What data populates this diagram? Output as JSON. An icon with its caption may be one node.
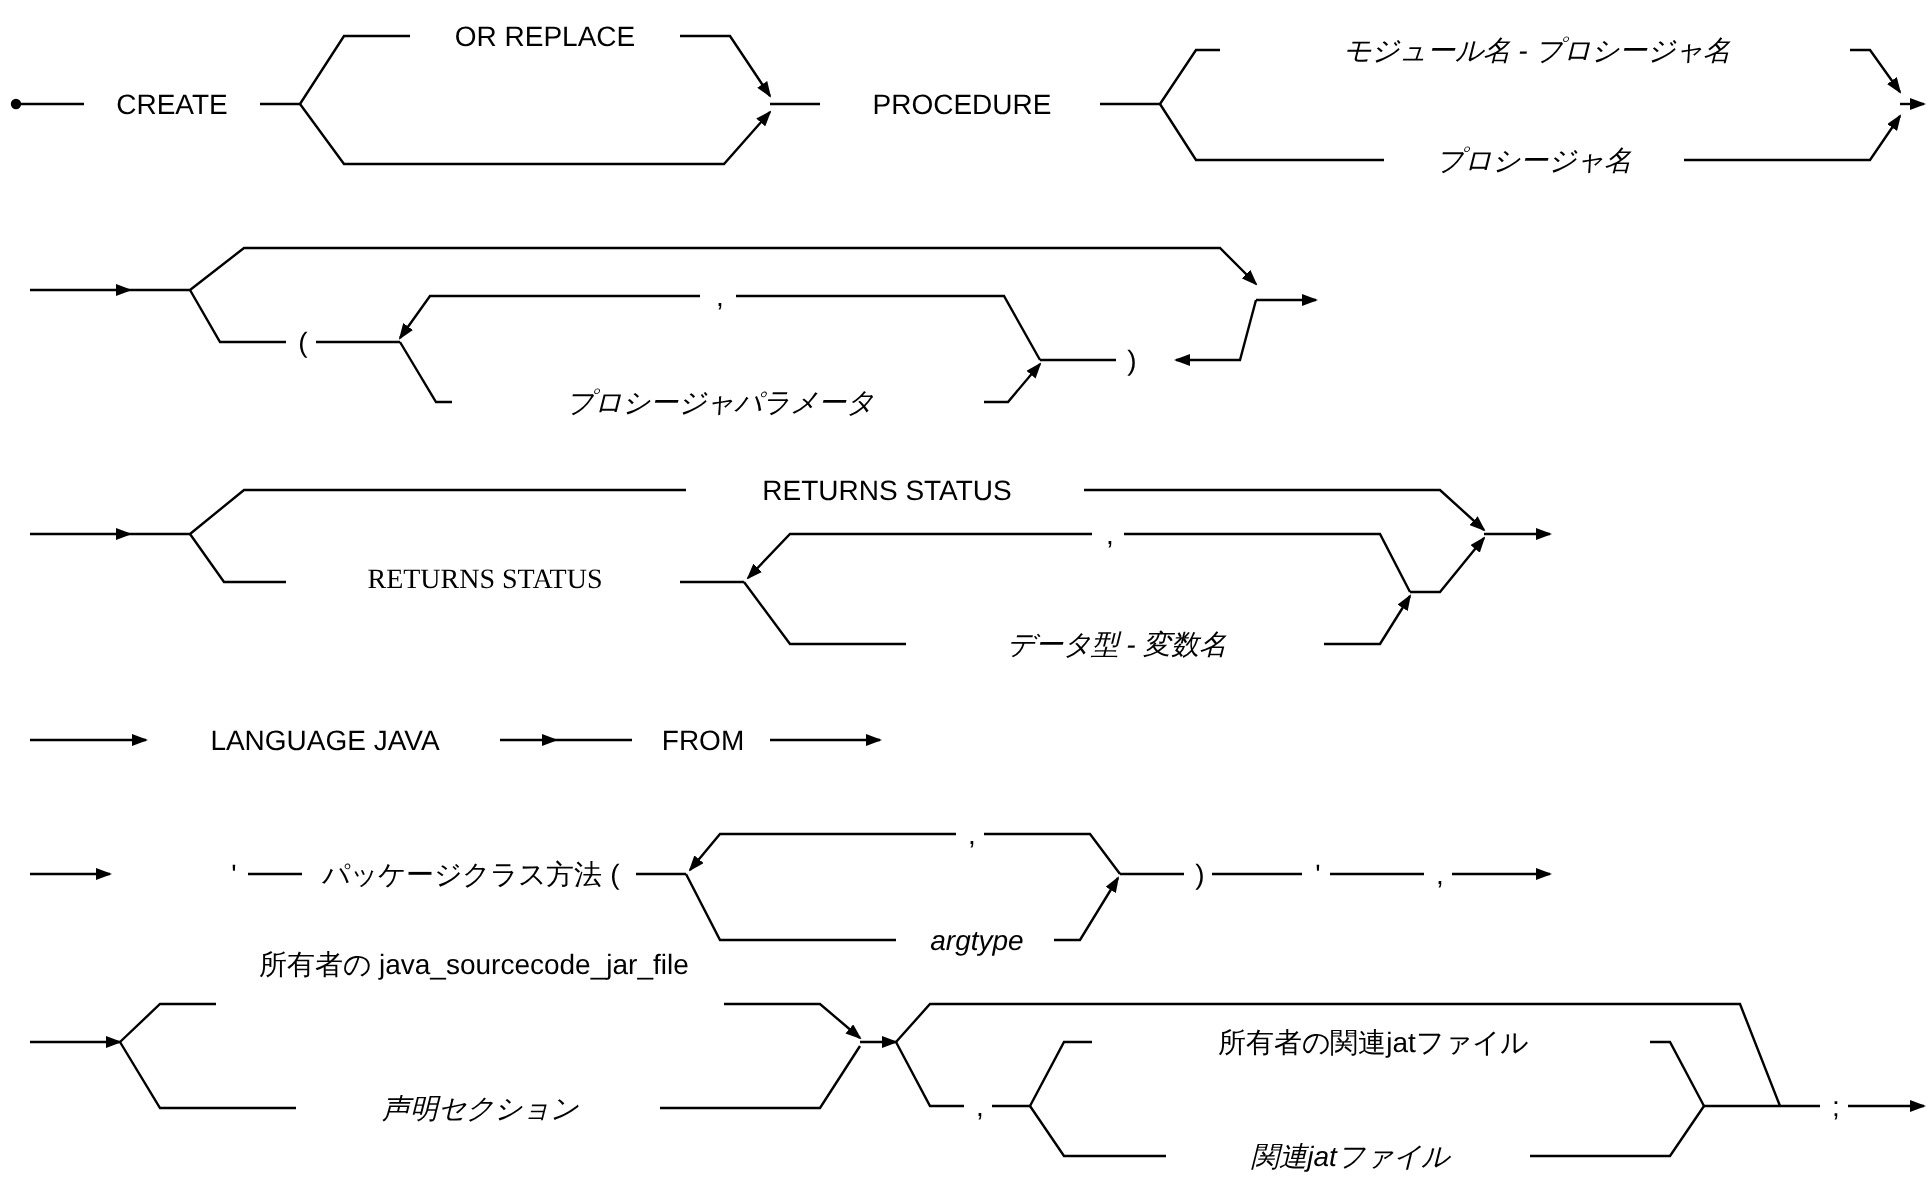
{
  "diagram": {
    "labels": [
      "CREATE",
      "OR REPLACE",
      "PROCEDURE",
      "モジュール名 - プロシージャ名",
      "プロシージャ名",
      ",",
      "(",
      "プロシージャパラメータ",
      ")",
      "RETURNS STATUS",
      "RETURNS STATUS",
      ",",
      "データ型 - 変数名",
      "LANGUAGE JAVA",
      "FROM",
      "'",
      "パッケージクラス方法 (",
      ",",
      "argtype",
      ")",
      "'",
      ",",
      "所有者の java_sourcecode_jar_file",
      "声明セクション",
      ",",
      "所有者の関連jatファイル",
      "関連jatファイル",
      ";"
    ]
  }
}
